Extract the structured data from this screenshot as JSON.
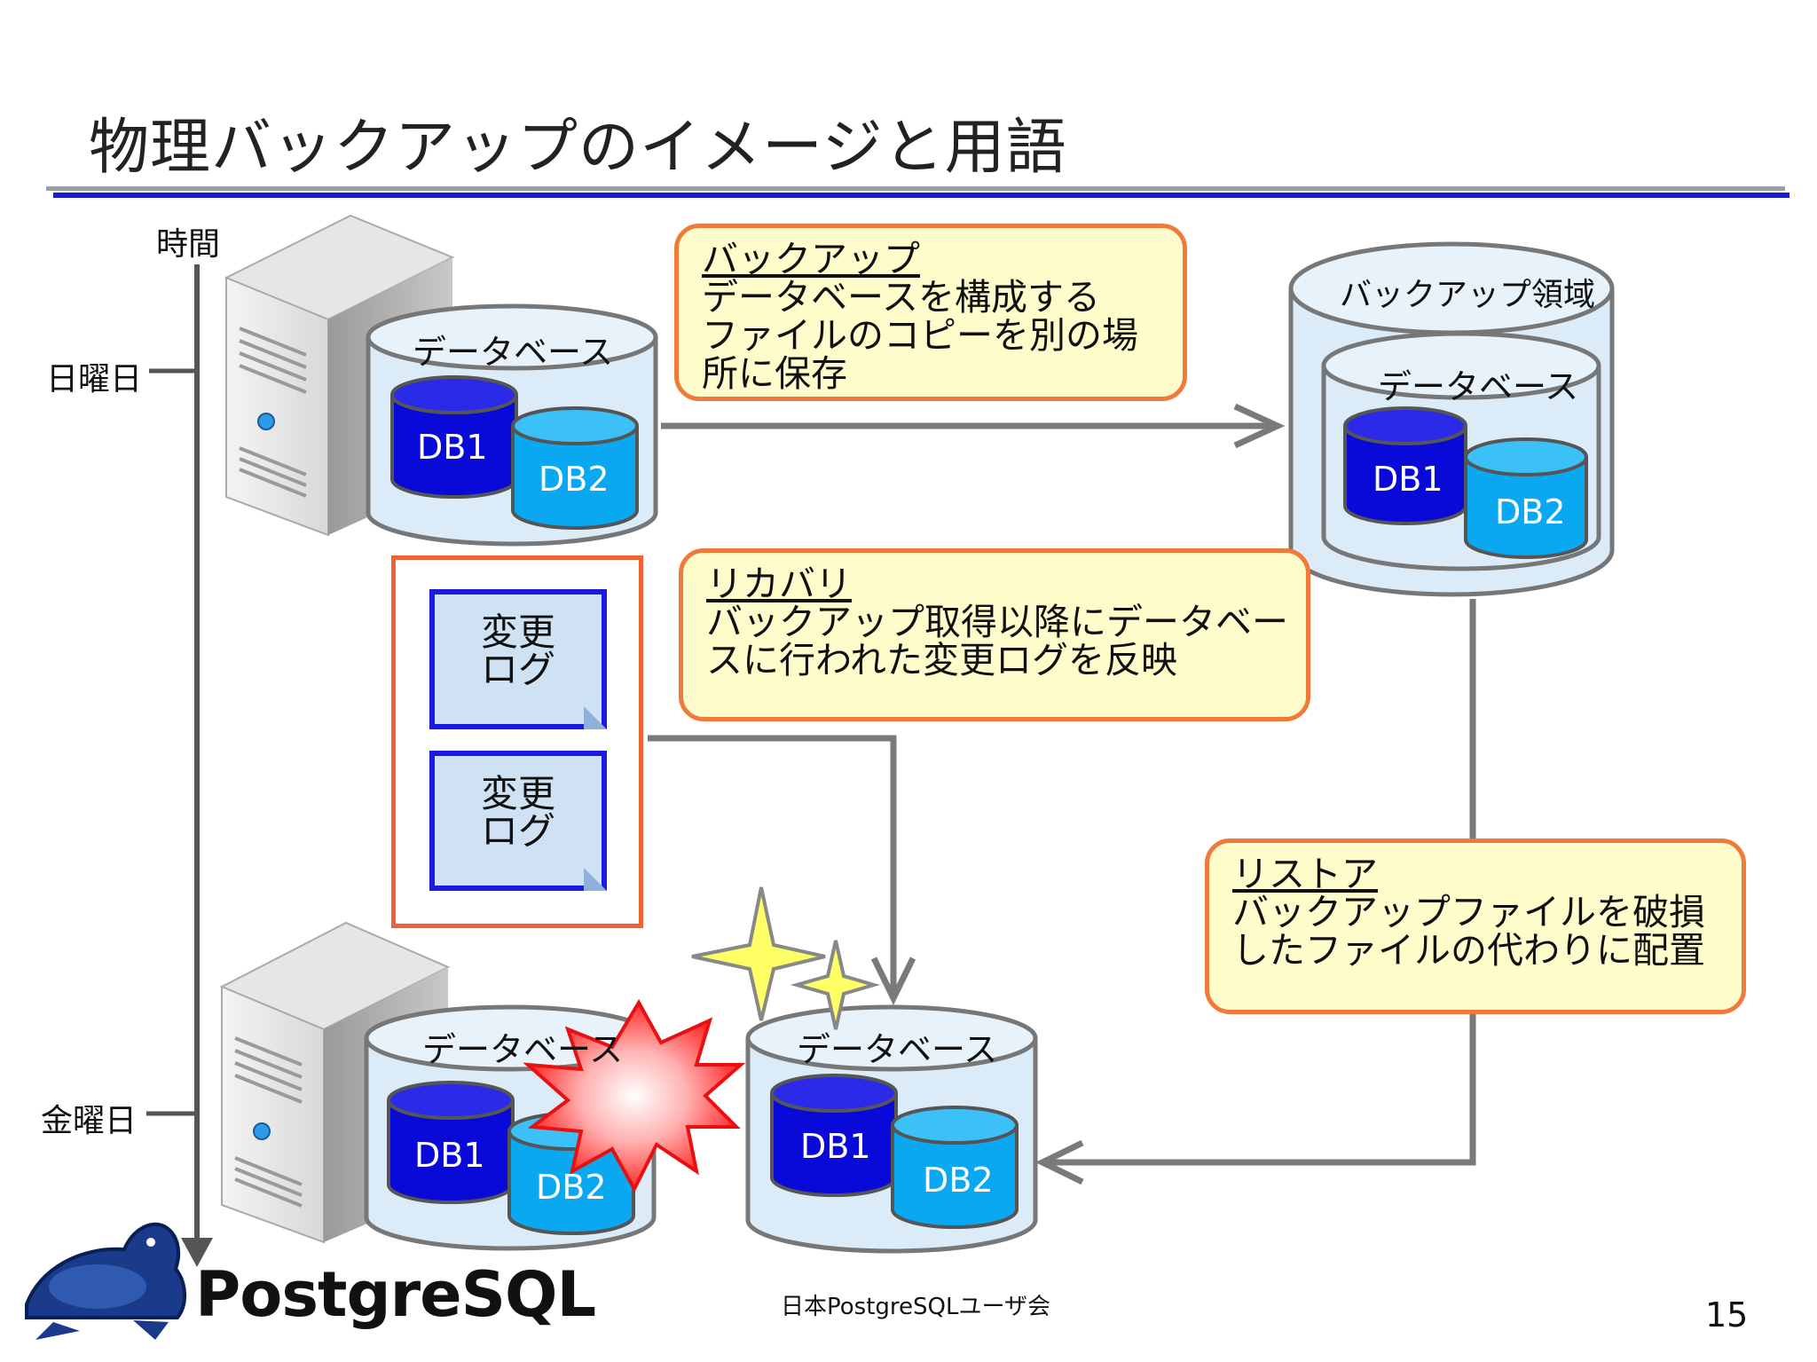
{
  "slide": {
    "title": "物理バックアップのイメージと用語",
    "footer": "日本PostgreSQLユーザ会",
    "page_number": "15"
  },
  "timeline": {
    "label": "時間",
    "sunday": "日曜日",
    "friday": "金曜日"
  },
  "source_db": {
    "label": "データベース",
    "db1": "DB1",
    "db2": "DB2"
  },
  "backup_area": {
    "label": "バックアップ領域",
    "inner_label": "データベース",
    "db1": "DB1",
    "db2": "DB2"
  },
  "broken_db": {
    "label": "データベース",
    "db1": "DB1",
    "db2": "DB2"
  },
  "restored_db": {
    "label": "データベース",
    "db1": "DB1",
    "db2": "DB2"
  },
  "change_logs": [
    {
      "line1": "変更",
      "line2": "ログ"
    },
    {
      "line1": "変更",
      "line2": "ログ"
    }
  ],
  "notes": {
    "backup": {
      "heading": "バックアップ",
      "body": "データベースを構成する\nファイルのコピーを別の場\n所に保存"
    },
    "recovery": {
      "heading": "リカバリ",
      "body": "バックアップ取得以降にデータベー\nスに行われた変更ログを反映"
    },
    "restore": {
      "heading": "リストア",
      "body": "バックアップファイルを破損\nしたファイルの代わりに配置"
    }
  },
  "logo": {
    "text": "PostgreSQL"
  },
  "colors": {
    "note_fill": "#fffccc",
    "note_border": "#f07a3a",
    "db1": "#0a0ad8",
    "db2": "#0aa8f0",
    "cylinder_fill": "#dcebf8",
    "arrow": "#7a7a7a",
    "title_rule": "#1a1ad0"
  }
}
